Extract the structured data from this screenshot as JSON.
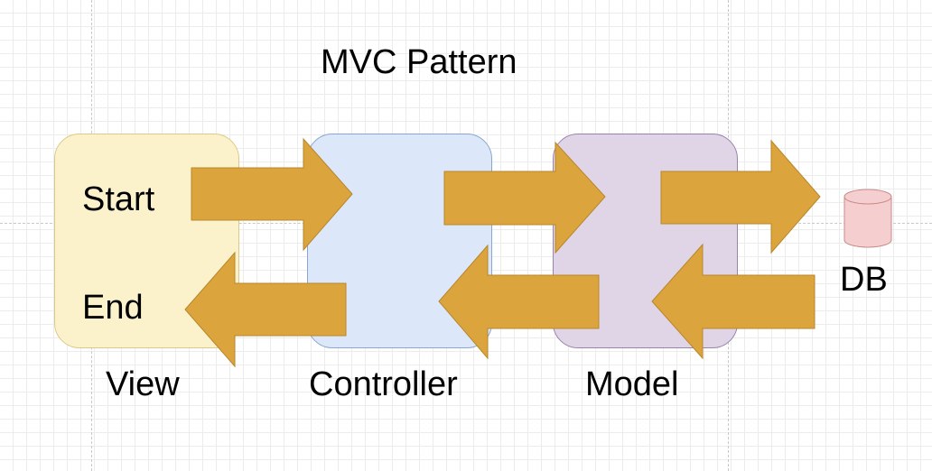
{
  "diagram": {
    "title": "MVC Pattern",
    "components": {
      "view": "View",
      "controller": "Controller",
      "model": "Model",
      "database": "DB"
    },
    "view_items": {
      "start": "Start",
      "end": "End"
    },
    "flows": [
      {
        "from": "View",
        "to": "Controller",
        "direction": "forward"
      },
      {
        "from": "Controller",
        "to": "Model",
        "direction": "forward"
      },
      {
        "from": "Model",
        "to": "DB",
        "direction": "forward"
      },
      {
        "from": "DB",
        "to": "Model",
        "direction": "return"
      },
      {
        "from": "Model",
        "to": "Controller",
        "direction": "return"
      },
      {
        "from": "Controller",
        "to": "View",
        "direction": "return"
      }
    ],
    "colors": {
      "arrow": "#dba43c",
      "view": "#fbf2cc",
      "controller": "#dce8fa",
      "model": "#e0d5e6",
      "database": "#f5cfcf"
    }
  }
}
